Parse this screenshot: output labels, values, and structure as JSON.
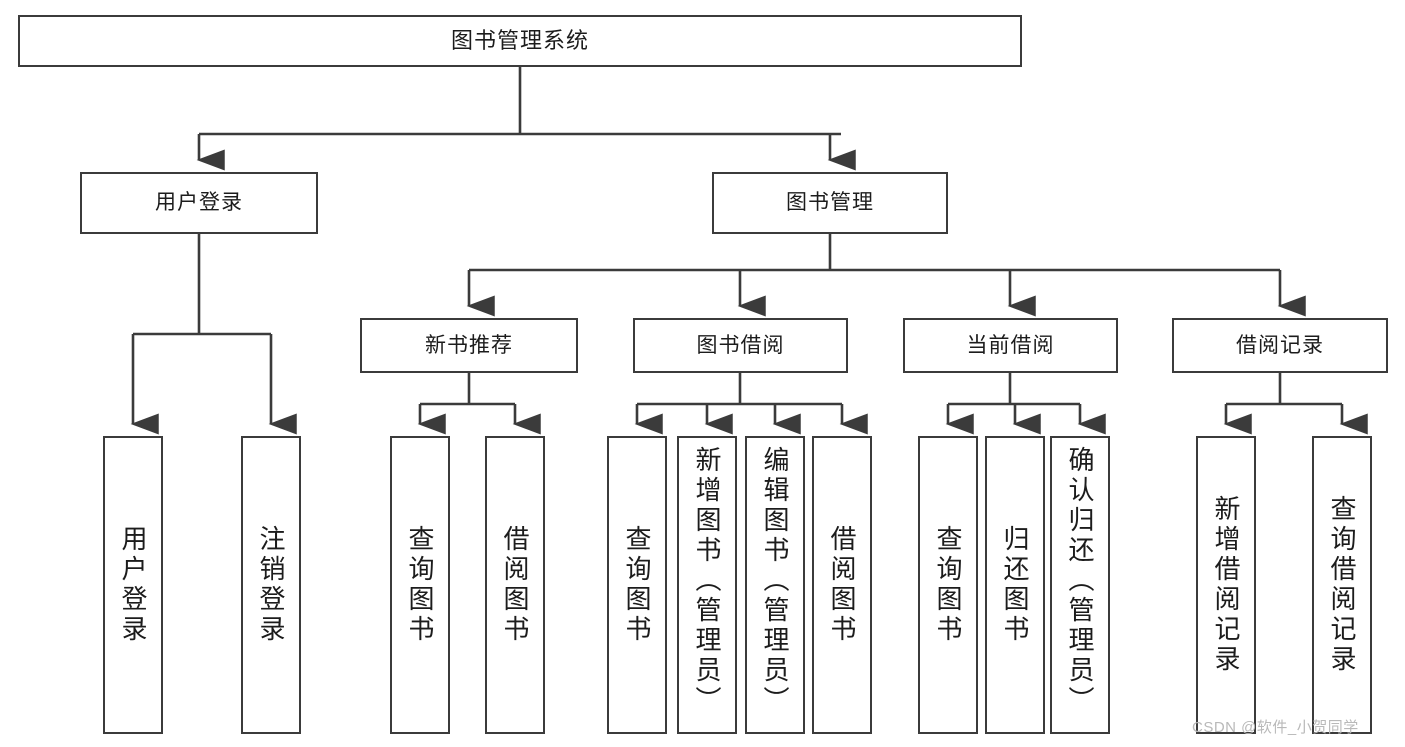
{
  "diagram": {
    "type": "tree-hierarchy",
    "title": "图书管理系统",
    "watermark": "CSDN @软件_小贺同学",
    "colors": {
      "stroke": "#3b3b3b",
      "fill": "#ffffff",
      "text": "#1c1c1c",
      "watermark": "#b9b9b9",
      "background": "#ffffff"
    },
    "nodes": {
      "root": {
        "label": "图书管理系统"
      },
      "tier2": [
        {
          "label": "用户登录"
        },
        {
          "label": "图书管理"
        }
      ],
      "tier3": [
        {
          "label": "新书推荐"
        },
        {
          "label": "图书借阅"
        },
        {
          "label": "当前借阅"
        },
        {
          "label": "借阅记录"
        }
      ],
      "leaves": {
        "user_login": [
          {
            "label": "用户登录"
          },
          {
            "label": "注销登录"
          }
        ],
        "new_book": [
          {
            "label": "查询图书"
          },
          {
            "label": "借阅图书"
          }
        ],
        "book_borrow": [
          {
            "label": "查询图书"
          },
          {
            "label": "新增图书（管理员）"
          },
          {
            "label": "编辑图书（管理员）"
          },
          {
            "label": "借阅图书"
          }
        ],
        "current_borrow": [
          {
            "label": "查询图书"
          },
          {
            "label": "归还图书"
          },
          {
            "label": "确认归还（管理员）"
          }
        ],
        "borrow_record": [
          {
            "label": "新增借阅记录"
          },
          {
            "label": "查询借阅记录"
          }
        ]
      }
    }
  }
}
